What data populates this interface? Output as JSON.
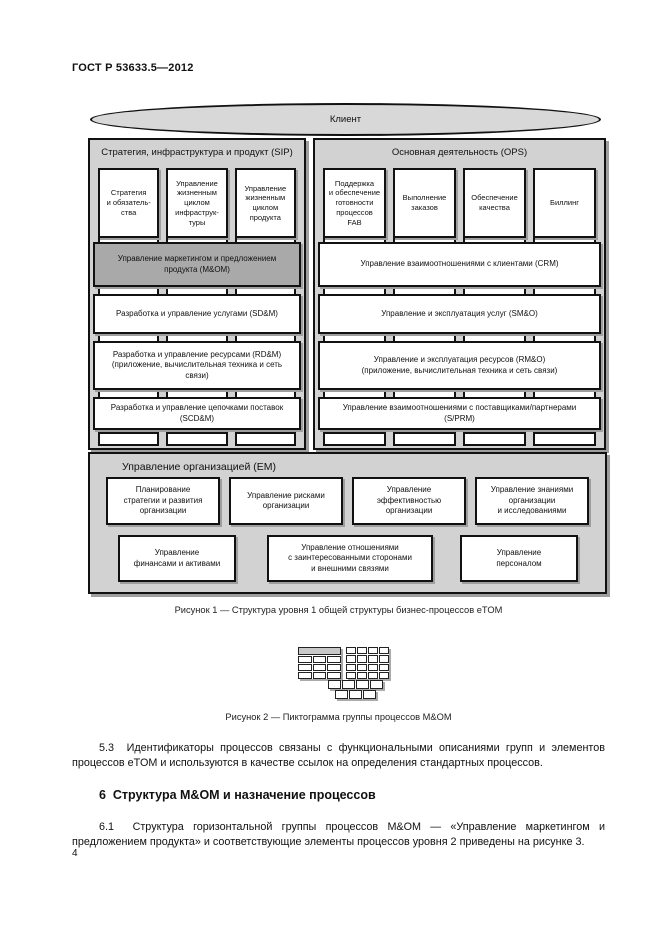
{
  "page": {
    "header": "ГОСТ Р 53633.5—2012",
    "number": "4"
  },
  "diagram": {
    "client_label": "Клиент",
    "panel_color": "#d2d2d2",
    "highlight_color": "#a9a9a9",
    "sip": {
      "title": "Стратегия, инфраструктура и продукт (SIP)",
      "columns": [
        "Стратегия\nи обязатель-\nства",
        "Управление\nжизненным\nциклом\nинфраструк-\nтуры",
        "Управление\nжизненным\nциклом\nпродукта"
      ],
      "rows": [
        "Управление маркетингом и предложением\nпродукта (M&OM)",
        "Разработка и управление услугами (SD&M)",
        "Разработка и управление ресурсами (RD&M)\n(приложение, вычислительная техника и сеть\nсвязи)",
        "Разработка и управление цепочками поставок\n(SCD&M)"
      ]
    },
    "ops": {
      "title": "Основная деятельность (OPS)",
      "columns": [
        "Поддержка\nи обеспечение\nготовности\nпроцессов\nFAB",
        "Выполнение\nзаказов",
        "Обеспечение\nкачества",
        "Биллинг"
      ],
      "rows": [
        "Управление взаимоотношениями с клиентами (CRM)",
        "Управление и эксплуатация услуг (SM&O)",
        "Управление и эксплуатация ресурсов (RM&O)\n(приложение, вычислительная техника и сеть связи)",
        "Управление взаимоотношениями с поставщиками/партнерами\n(S/PRM)"
      ]
    },
    "em": {
      "title": "Управление организацией (EM)",
      "row1": [
        "Планирование\nстратегии и развития\nорганизации",
        "Управление рисками\nорганизации",
        "Управление\nэффективностью\nорганизации",
        "Управление знаниями\nорганизации\nи исследованиями"
      ],
      "row2": [
        "Управление\nфинансами и активами",
        "Управление отношениями\nс заинтересованными сторонами\nи внешними связями",
        "Управление\nперсоналом"
      ]
    }
  },
  "figures": {
    "fig1_caption": "Рисунок 1 — Структура уровня 1 общей структуры бизнес-процессов eTOM",
    "fig2_caption": "Рисунок 2 — Пиктограмма группы процессов M&OM"
  },
  "text": {
    "para_5_3": "5.3  Идентификаторы процессов связаны с функциональными описаниями групп и элементов процессов eTOM и используются в качестве ссылок на определения стандартных процессов.",
    "heading_6": "6  Структура M&OM и назначение процессов",
    "para_6_1": "6.1  Структура горизонтальной группы процессов M&OM — «Управление маркетингом и предложением продукта» и соответствующие элементы процессов уровня 2 приведены на рисунке 3."
  }
}
